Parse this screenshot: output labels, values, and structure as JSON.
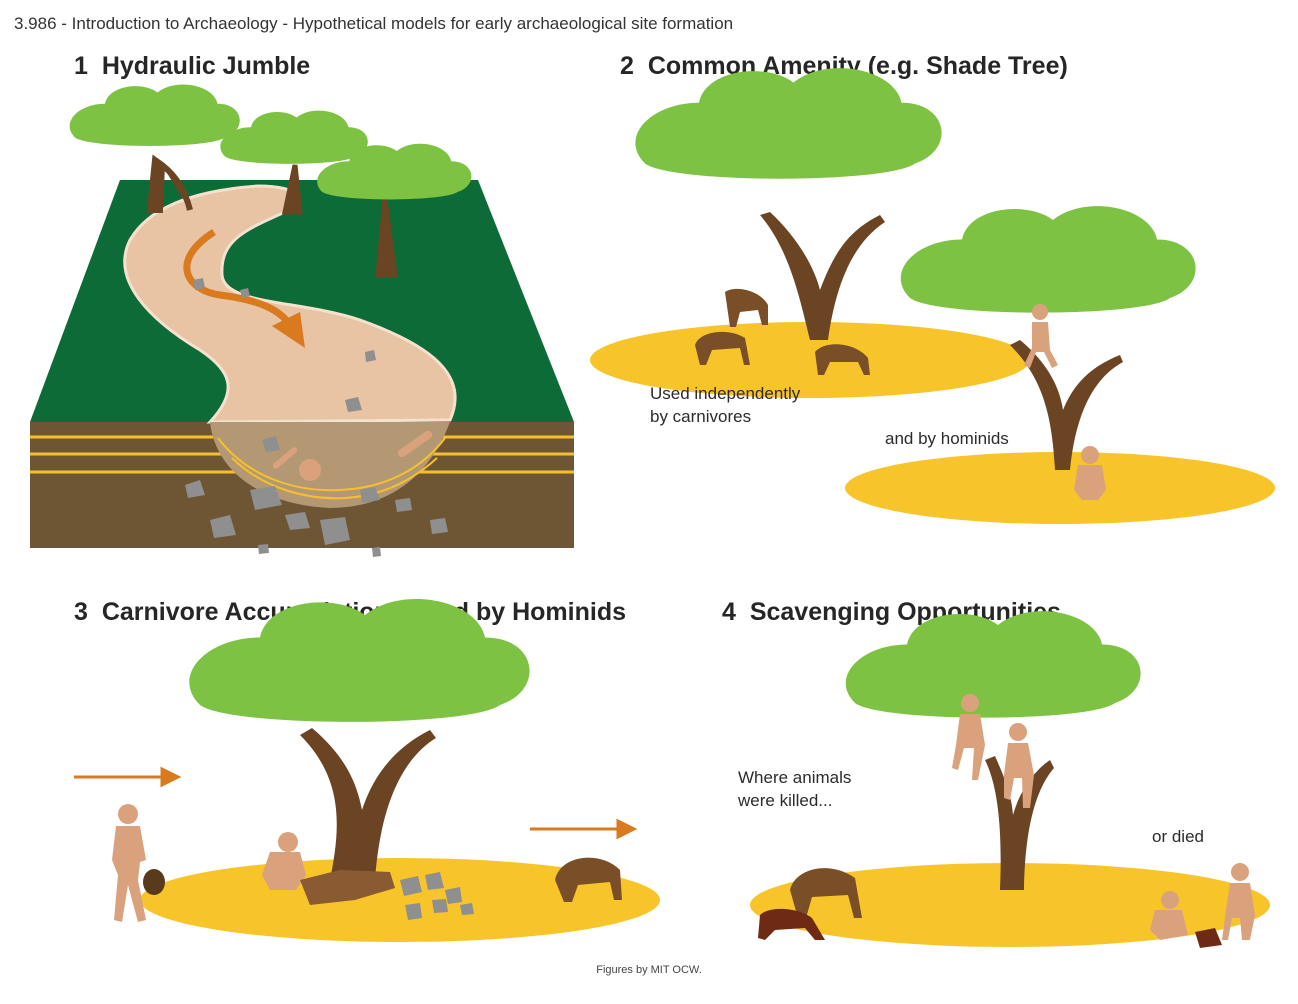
{
  "header": "3.986 - Introduction to Archaeology - Hypothetical models for early archaeological site formation",
  "panels": [
    {
      "number": "1",
      "title": "Hydraulic Jumble"
    },
    {
      "number": "2",
      "title": "Common Amenity (e.g. Shade Tree)"
    },
    {
      "number": "3",
      "title": "Carnivore Accumulations used by Hominids"
    },
    {
      "number": "4",
      "title": "Scavenging Opportunities"
    }
  ],
  "captions": {
    "carnivores_line1": "Used independently",
    "carnivores_line2": "by carnivores",
    "hominids": "and by hominids",
    "killed_line1": "Where animals",
    "killed_line2": "were killed...",
    "died": "or died"
  },
  "credit": "Figures by MIT OCW.",
  "colors": {
    "canopy": "#7dc242",
    "trunk": "#6b4424",
    "grass_dark": "#0d6b37",
    "soil": "#6e5634",
    "stream": "#e8c3a4",
    "ground": "#f7c52a",
    "ground_light": "#fbe38a",
    "arrow": "#d97a1e",
    "human": "#d9a27d",
    "animal": "#7a4f27",
    "rock": "#8f8f8f"
  }
}
